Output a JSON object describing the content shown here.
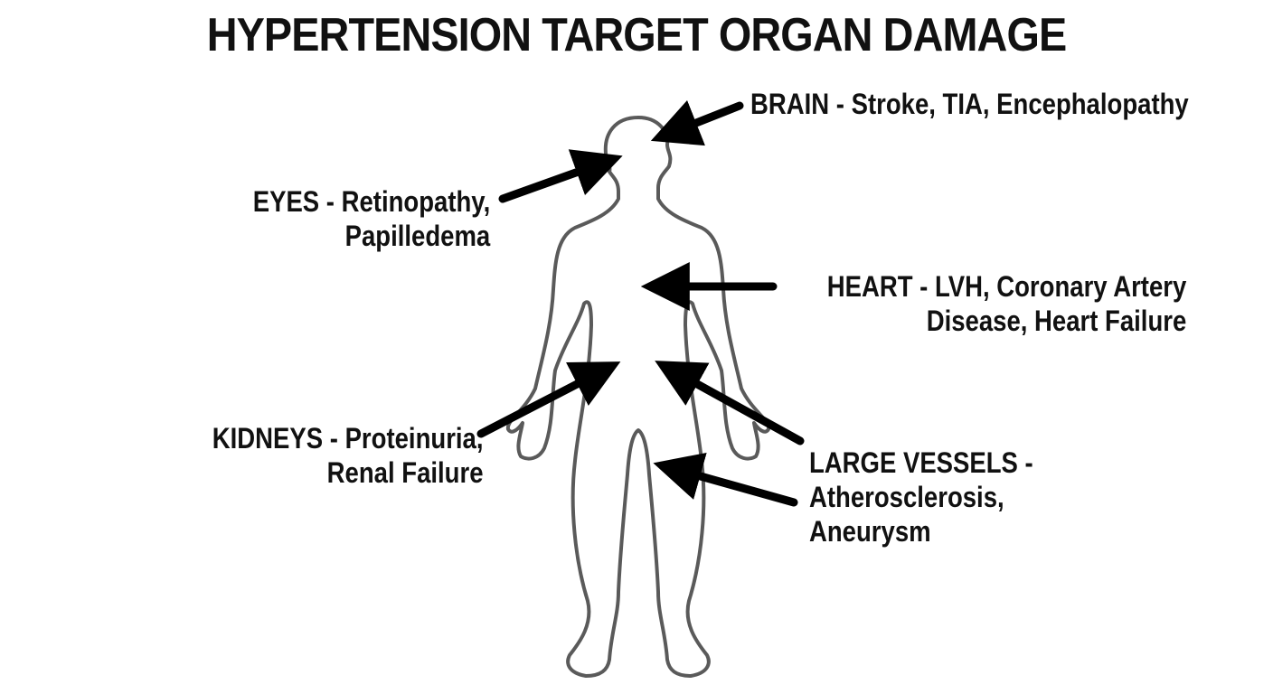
{
  "title": "HYPERTENSION TARGET ORGAN DAMAGE",
  "colors": {
    "outline": "#5a5a5a",
    "arrow": "#000000",
    "text": "#111111",
    "background": "#ffffff"
  },
  "figure": "human-body-outline",
  "labels": {
    "brain": {
      "line1": "BRAIN - Stroke, TIA, Encephalopathy"
    },
    "eyes": {
      "line1": "EYES - Retinopathy,",
      "line2": "Papilledema"
    },
    "heart": {
      "line1": "HEART - LVH, Coronary Artery",
      "line2": "Disease, Heart Failure"
    },
    "kidneys": {
      "line1": "KIDNEYS - Proteinuria,",
      "line2": "Renal Failure"
    },
    "vessels": {
      "line1": "LARGE VESSELS -",
      "line2": "Atherosclerosis,",
      "line3": "Aneurysm"
    }
  }
}
